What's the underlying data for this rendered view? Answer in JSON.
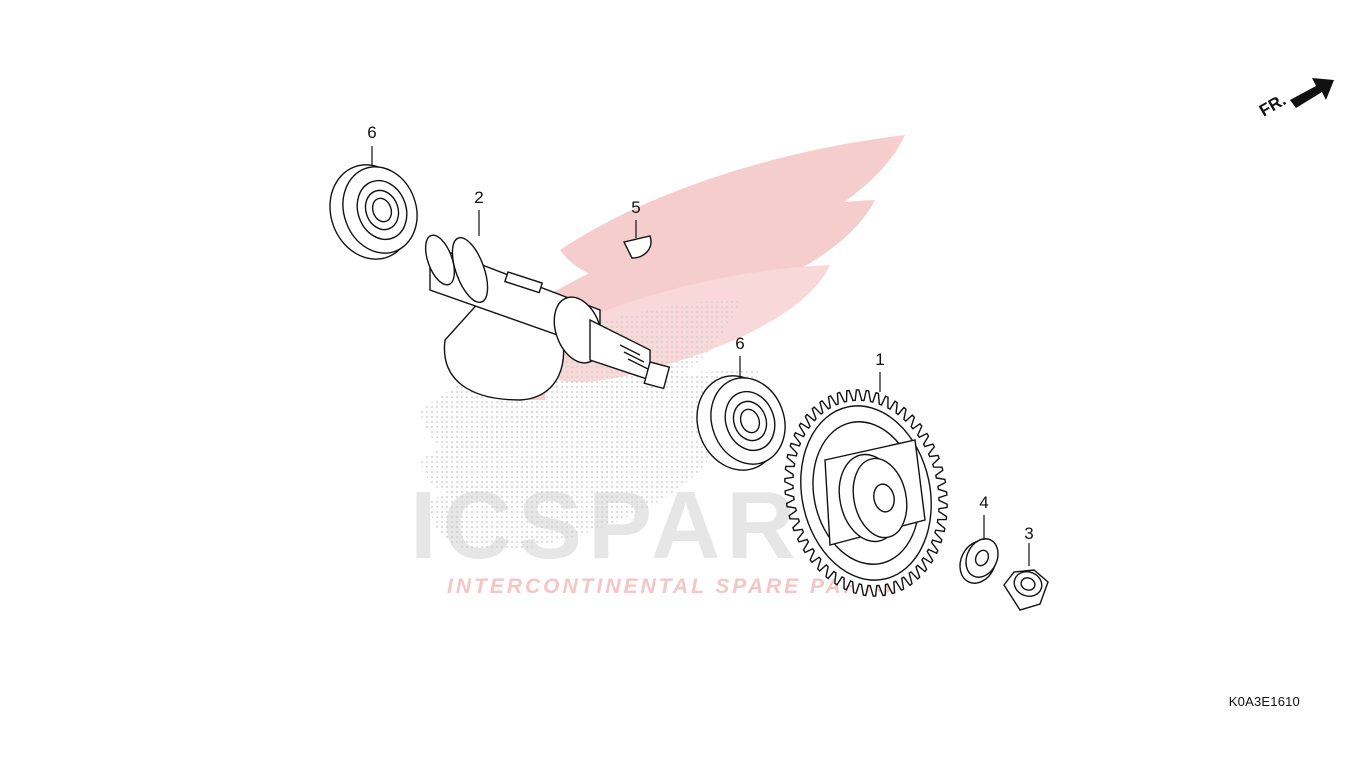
{
  "diagram": {
    "code": "K0A3E1610",
    "direction_label": "FR.",
    "callouts": [
      {
        "id": "callout-6-top",
        "text": "6"
      },
      {
        "id": "callout-2",
        "text": "2"
      },
      {
        "id": "callout-5",
        "text": "5"
      },
      {
        "id": "callout-6-mid",
        "text": "6"
      },
      {
        "id": "callout-1",
        "text": "1"
      },
      {
        "id": "callout-4",
        "text": "4"
      },
      {
        "id": "callout-3",
        "text": "3"
      }
    ]
  },
  "watermark": {
    "brand": "ICSPARTS",
    "tagline": "INTERCONTINENTAL SPARE PARTS",
    "logo_color": "#e85a5a"
  }
}
